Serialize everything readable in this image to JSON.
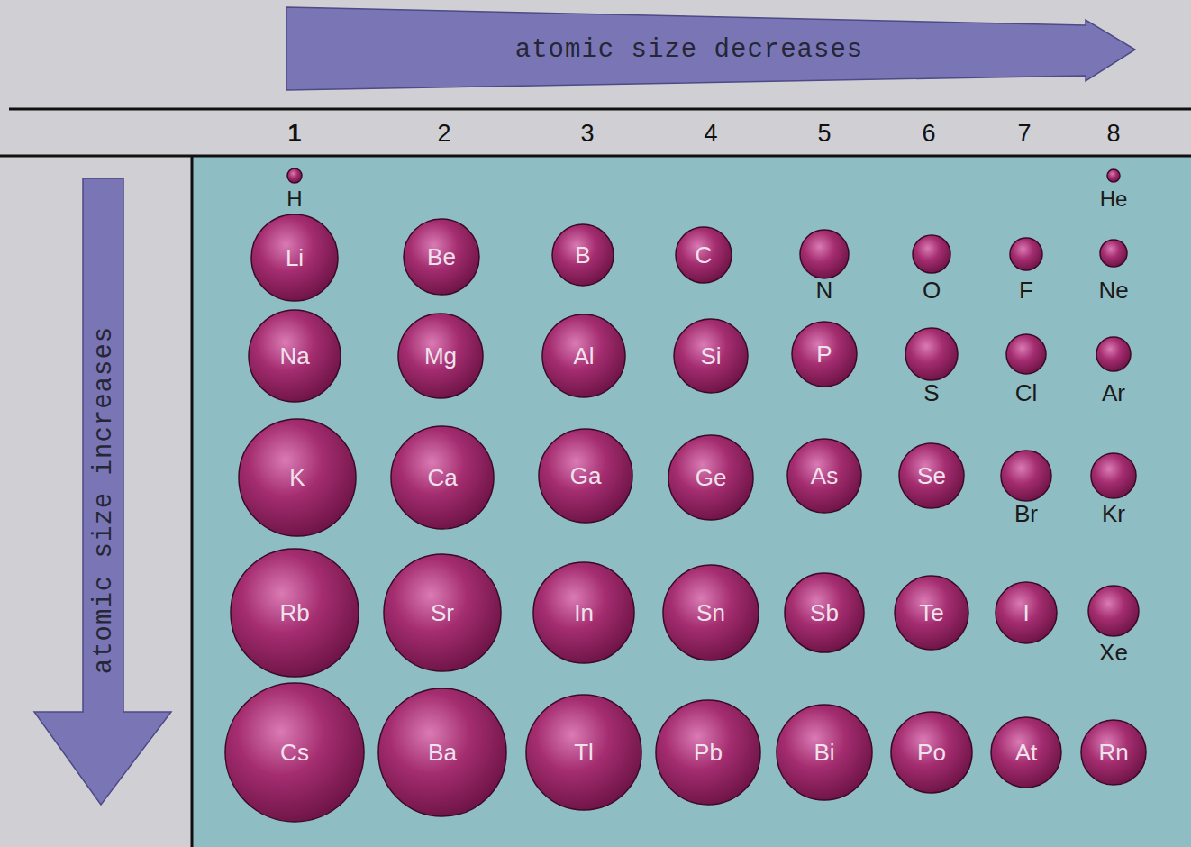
{
  "diagram": {
    "nodes": [
      {
        "text": [
          "atomic size decreases"
        ]
      },
      {
        "text": [
          "atomic size increases"
        ]
      },
      {
        "text": [
          "H"
        ]
      },
      {
        "text": [
          "He"
        ]
      },
      {
        "text": [
          "Li"
        ]
      },
      {
        "text": [
          "Be"
        ]
      },
      {
        "text": [
          "B"
        ]
      },
      {
        "text": [
          "C"
        ]
      },
      {
        "text": [
          "N"
        ]
      },
      {
        "text": [
          "O"
        ]
      },
      {
        "text": [
          "F"
        ]
      },
      {
        "text": [
          "Ne"
        ]
      },
      {
        "text": [
          "Na"
        ]
      },
      {
        "text": [
          "Mg"
        ]
      },
      {
        "text": [
          "Al"
        ]
      },
      {
        "text": [
          "Si"
        ]
      },
      {
        "text": [
          "P"
        ]
      },
      {
        "text": [
          "S"
        ]
      },
      {
        "text": [
          "Cl"
        ]
      },
      {
        "text": [
          "Ar"
        ]
      },
      {
        "text": [
          "K"
        ]
      },
      {
        "text": [
          "Ca"
        ]
      },
      {
        "text": [
          "Ga"
        ]
      },
      {
        "text": [
          "Ge"
        ]
      },
      {
        "text": [
          "As"
        ]
      },
      {
        "text": [
          "Se"
        ]
      },
      {
        "text": [
          "Br"
        ]
      },
      {
        "text": [
          "Kr"
        ]
      },
      {
        "text": [
          "Rb"
        ]
      },
      {
        "text": [
          "Sr"
        ]
      },
      {
        "text": [
          "In"
        ]
      },
      {
        "text": [
          "Sn"
        ]
      },
      {
        "text": [
          "Sb"
        ]
      },
      {
        "text": [
          "Te"
        ]
      },
      {
        "text": [
          "I"
        ]
      },
      {
        "text": [
          "Xe"
        ]
      },
      {
        "text": [
          "Cs"
        ]
      },
      {
        "text": [
          "Ba"
        ]
      },
      {
        "text": [
          "Tl"
        ]
      },
      {
        "text": [
          "Pb"
        ]
      },
      {
        "text": [
          "Bi"
        ]
      },
      {
        "text": [
          "Po"
        ]
      },
      {
        "text": [
          "At"
        ]
      },
      {
        "text": [
          "Rn"
        ]
      }
    ],
    "labels": [
      "1",
      "2",
      "3",
      "4",
      "5",
      "6",
      "7",
      "8"
    ]
  }
}
